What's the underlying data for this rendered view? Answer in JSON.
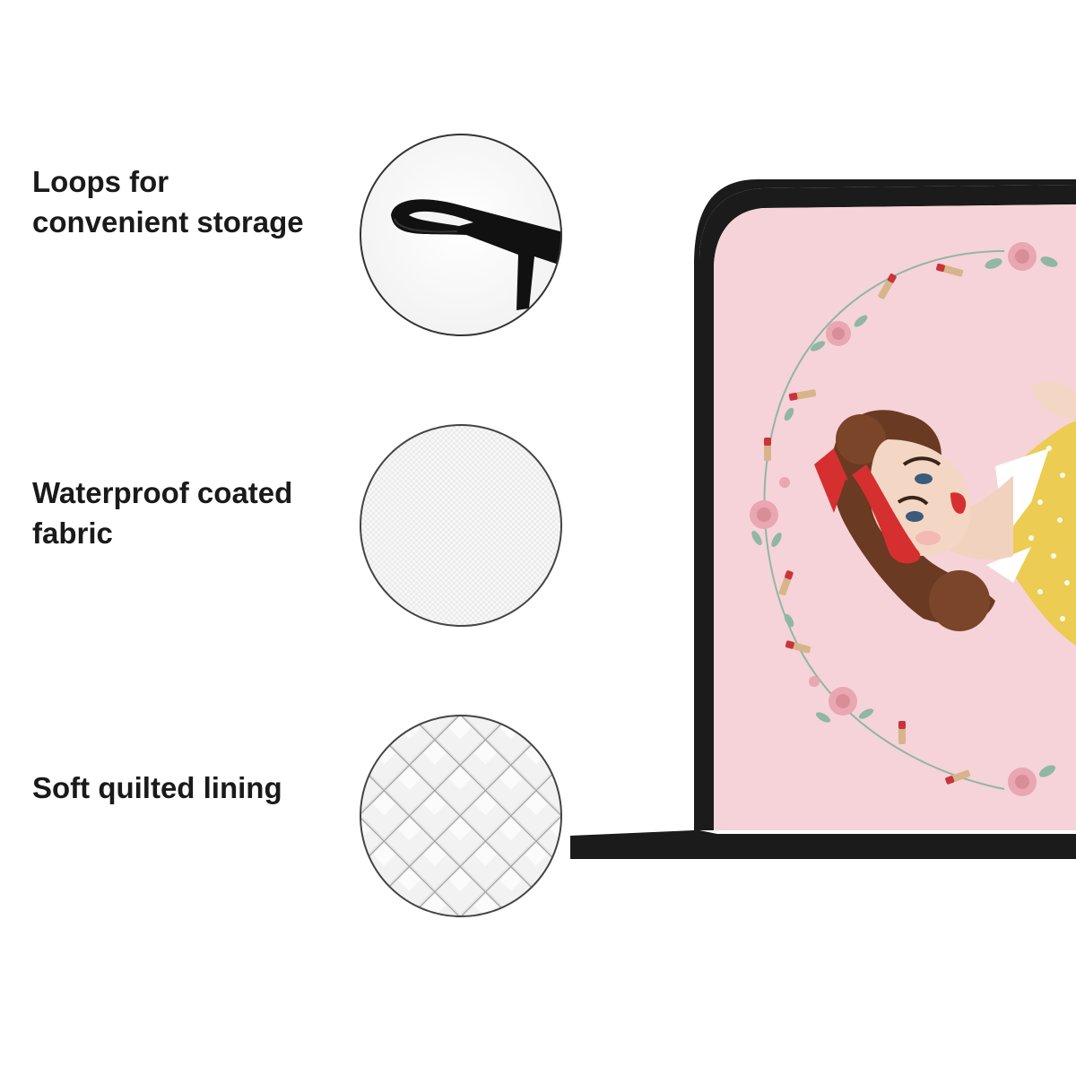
{
  "features": [
    {
      "lines": [
        "Loops for",
        "convenient storage"
      ],
      "icon": "hanging-loop-icon"
    },
    {
      "lines": [
        "Waterproof coated",
        "fabric"
      ],
      "icon": "coated-fabric-texture"
    },
    {
      "lines": [
        "Soft quilted lining"
      ],
      "icon": "quilted-lining-texture"
    }
  ],
  "colors": {
    "pad_pink": "#f6d3d8",
    "binding_black": "#1b1b1b",
    "rose": "#e8a7b1",
    "leaf": "#8fb7a4",
    "lipstick": "#c8343a",
    "dress_yellow": "#eccc52",
    "hair_brown": "#6a3a22",
    "bandana_red": "#d62f2f"
  }
}
